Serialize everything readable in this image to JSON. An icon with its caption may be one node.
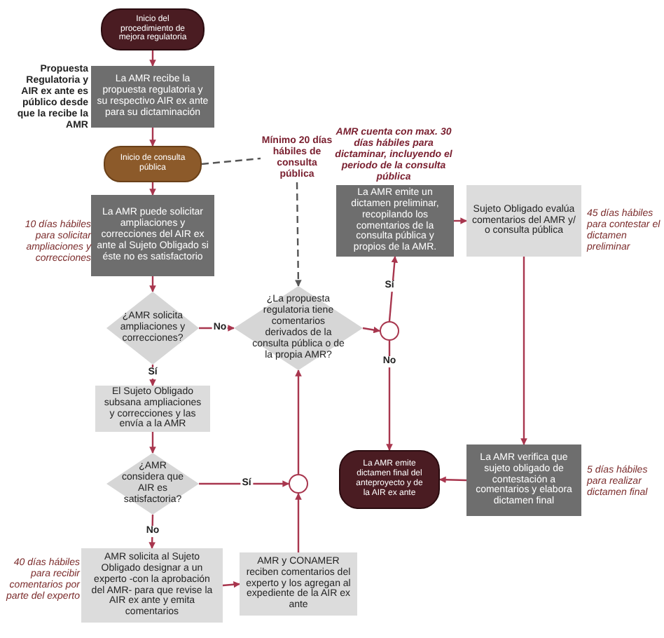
{
  "diagram": {
    "nodes": [
      {
        "text": [
          "Inicio del procedimiento de mejora regulatoria"
        ]
      },
      {
        "text": [
          "La AMR recibe la propuesta regulatoria y su respectivo AIR ex ante para su dictaminación"
        ],
        "beside": [
          "Propuesta Regulatoria y AIR ex ante es público desde que la recibe la AMR"
        ]
      },
      {
        "text": [
          "Inicio de consulta pública"
        ]
      },
      {
        "text": [
          "Mínimo 20 días hábiles de consulta pública"
        ]
      },
      {
        "text": [
          "AMR cuenta con max. 30 días hábiles para dictaminar, incluyendo el periodo de la consulta pública",
          "La AMR emite un dictamen preliminar, recopilando los comentarios de la consulta pública y propios de la AMR."
        ]
      },
      {
        "text": [
          "Sujeto Obligado evalúa comentarios del AMR y/ o consulta pública"
        ],
        "beside": [
          "45 días hábiles para contestar el dictamen preliminar"
        ]
      },
      {
        "text": [
          "La AMR puede solicitar ampliaciones y correcciones del AIR ex ante al Sujeto Obligado si éste no es satisfactorio"
        ],
        "beside": [
          "10 días hábiles para solicitar ampliaciones y correcciones"
        ]
      },
      {
        "text": [
          "¿AMR solicita ampliaciones y correcciones?"
        ]
      },
      {
        "text": [
          "¿La propuesta regulatoria tiene comentarios derivados de la consulta pública o de la propia AMR?"
        ]
      },
      {
        "text": [],
        "shape": "circle"
      },
      {
        "text": [
          "El Sujeto Obligado subsana ampliaciones y correcciones y las envía a la AMR"
        ]
      },
      {
        "text": [
          "¿AMR considera que AIR es satisfactoria?"
        ]
      },
      {
        "text": [],
        "shape": "circle"
      },
      {
        "text": [
          "La AMR emite dictamen final del anteproyecto y de la AIR ex ante"
        ]
      },
      {
        "text": [
          "La AMR verifica que sujeto obligado de contestación a comentarios y elabora dictamen final"
        ],
        "beside": [
          "5 días hábiles para realizar dictamen final"
        ]
      },
      {
        "text": [
          "AMR solicita al Sujeto Obligado designar a un experto -con la aprobación del AMR- para que revise la AIR ex ante y emita comentarios"
        ],
        "beside": [
          "40 días hábiles para recibir comentarios por parte del experto"
        ]
      },
      {
        "text": [
          "AMR y CONAMER reciben comentarios del experto y los agregan al expediente de la AIR ex ante"
        ]
      }
    ],
    "edges": [
      {
        "from": 0,
        "to": 1,
        "arrow": "to"
      },
      {
        "from": 1,
        "to": 2,
        "arrow": "to"
      },
      {
        "from": 2,
        "to": 3,
        "arrow": "none",
        "style": "dashed",
        "color": "#555555"
      },
      {
        "from": 3,
        "to": 8,
        "arrow": "to",
        "style": "dashed",
        "color": "#555555"
      },
      {
        "from": 2,
        "to": 6,
        "arrow": "to"
      },
      {
        "from": 6,
        "to": 7,
        "arrow": "to"
      },
      {
        "from": 7,
        "to": 8,
        "arrow": "to",
        "label": "No"
      },
      {
        "from": 7,
        "to": 10,
        "arrow": "to",
        "label": "Sí"
      },
      {
        "from": 10,
        "to": 11,
        "arrow": "to"
      },
      {
        "from": 8,
        "to": 9,
        "arrow": "to"
      },
      {
        "from": 9,
        "to": 4,
        "arrow": "to",
        "label": "Sí"
      },
      {
        "from": 9,
        "to": 13,
        "arrow": "to",
        "label": "No"
      },
      {
        "from": 4,
        "to": 5,
        "arrow": "to"
      },
      {
        "from": 5,
        "to": 14,
        "arrow": "to"
      },
      {
        "from": 14,
        "to": 13,
        "arrow": "to"
      },
      {
        "from": 11,
        "to": 12,
        "arrow": "to",
        "label": "Sí"
      },
      {
        "from": 12,
        "to": 8,
        "arrow": "to"
      },
      {
        "from": 11,
        "to": 15,
        "arrow": "to",
        "label": "No"
      },
      {
        "from": 15,
        "to": 16,
        "arrow": "to"
      },
      {
        "from": 16,
        "to": 12,
        "arrow": "to"
      }
    ]
  }
}
